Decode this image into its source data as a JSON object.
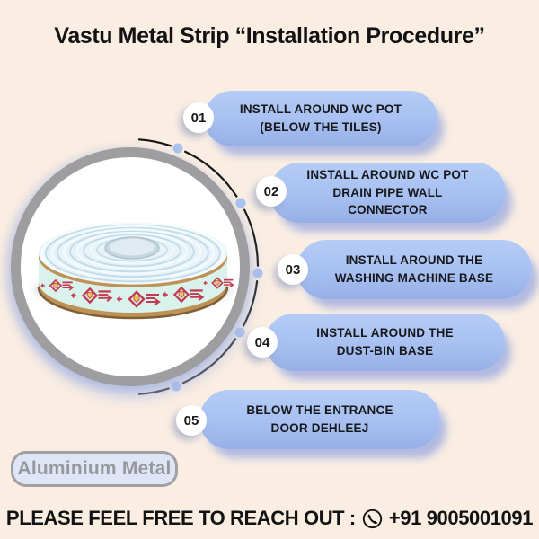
{
  "colors": {
    "background": "#FAEEE3",
    "pill_fill": "#A7C0F1",
    "pill_shadow": "#A8B4E0",
    "number_circle": "#FFFFFF",
    "connector_arc": "#141414",
    "connector_dot": "#A9C2EE",
    "photo_ring": "#9E9EA0",
    "badge_fill": "#DEE5F6",
    "badge_border": "#A0A0A2",
    "badge_text": "#97989C",
    "text": "#121212",
    "strip_top": "#E7F3F9",
    "strip_band": "#D9F3EC",
    "strip_edge": "#BE9257",
    "strip_logo": "#C23B50"
  },
  "title": "Vastu Metal Strip “Installation Procedure”",
  "steps": [
    {
      "number": "01",
      "text": "INSTALL AROUND WC POT\n(BELOW THE TILES)"
    },
    {
      "number": "02",
      "text": "INSTALL AROUND WC POT\nDRAIN PIPE WALL\nCONNECTOR"
    },
    {
      "number": "03",
      "text": "INSTALL AROUND THE\nWASHING MACHINE BASE"
    },
    {
      "number": "04",
      "text": "INSTALL AROUND THE\nDUST-BIN BASE"
    },
    {
      "number": "05",
      "text": "BELOW THE ENTRANCE\nDOOR DEHLEEJ"
    }
  ],
  "product_photo": {
    "name": "vastu-metal-strip-roll"
  },
  "badge": {
    "label": "Aluminium Metal"
  },
  "footer": {
    "label": "PLEASE FEEL FREE TO REACH OUT :",
    "icon": "phone-in-circle-icon",
    "phone": "+91 9005001091"
  }
}
